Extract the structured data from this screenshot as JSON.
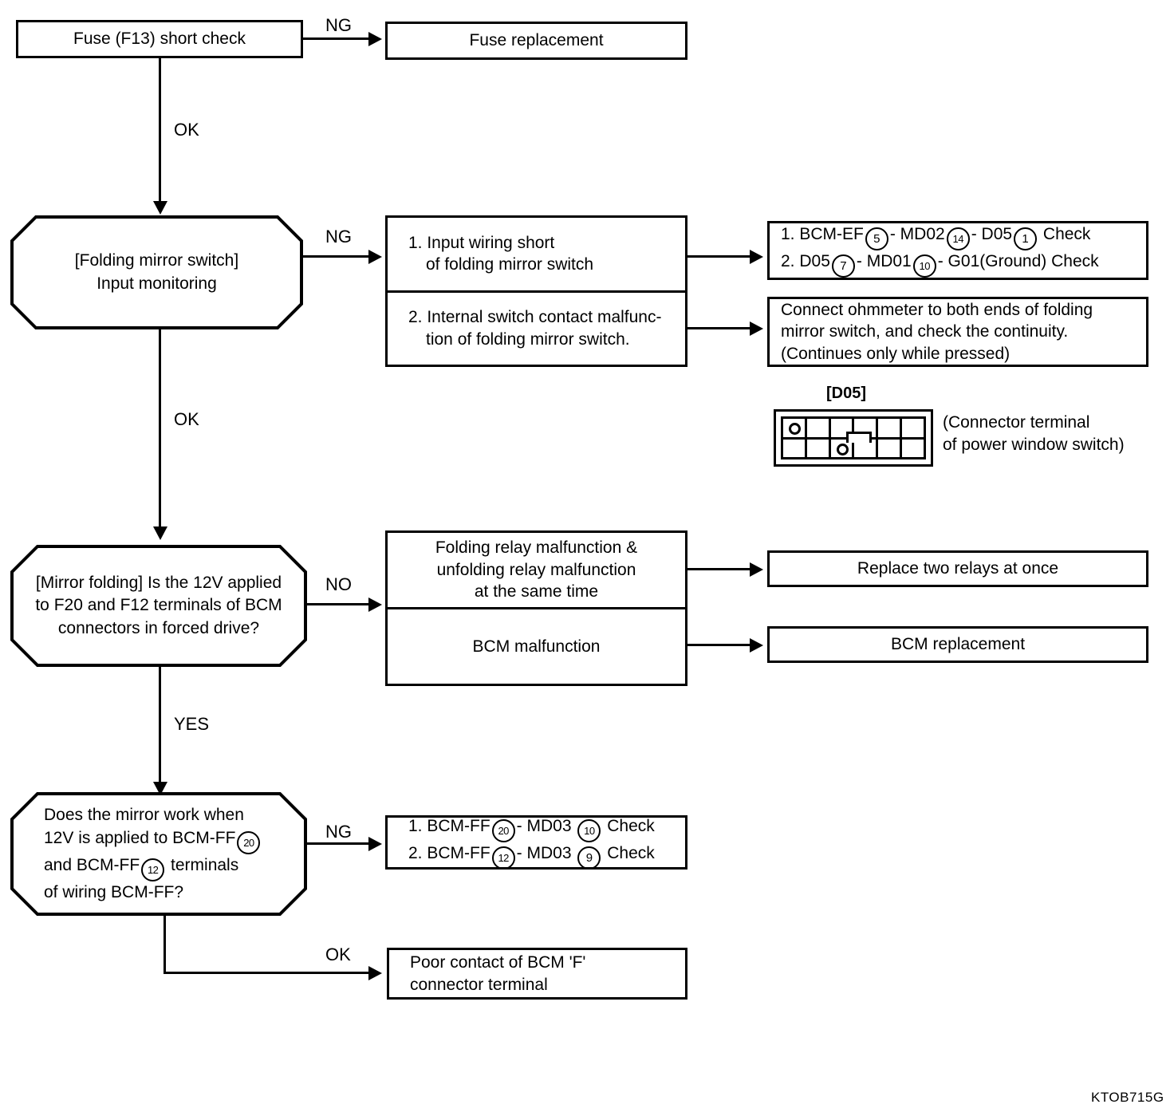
{
  "diagram": {
    "title": "Folding mirror troubleshooting flowchart",
    "figure_code": "KTOB715G",
    "line_color": "#000000",
    "background_color": "#ffffff"
  },
  "nodes": {
    "fuse_check": "Fuse (F13) short check",
    "fuse_replacement": "Fuse replacement",
    "switch_monitor_l1": "[Folding mirror switch]",
    "switch_monitor_l2": "Input monitoring",
    "cause1_l1": "1. Input wiring short",
    "cause1_l2": "of folding mirror switch",
    "cause2_l1": "2. Internal switch contact malfunc-",
    "cause2_l2": "tion of folding mirror switch.",
    "check1_l1_pre": "1. BCM-EF",
    "check1_l1_n1": "5",
    "check1_l1_mid": "- MD02",
    "check1_l1_n2": "14",
    "check1_l1_mid2": "- D05",
    "check1_l1_n3": "1",
    "check1_l1_post": "Check",
    "check1_l2_pre": "2. D05",
    "check1_l2_n1": "7",
    "check1_l2_mid": "- MD01",
    "check1_l2_n2": "10",
    "check1_l2_post": "- G01(Ground) Check",
    "ohmmeter_l1": "Connect ohmmeter to both ends of folding",
    "ohmmeter_l2": "mirror switch, and check the continuity.",
    "ohmmeter_l3": "(Continues only while pressed)",
    "mirror_folding_l1": "[Mirror folding] Is the 12V applied",
    "mirror_folding_l2": "to F20 and F12 terminals of BCM",
    "mirror_folding_l3": "connectors in forced drive?",
    "relay_fault_l1": "Folding relay malfunction &",
    "relay_fault_l2": "unfolding relay malfunction",
    "relay_fault_l3": "at the same time",
    "bcm_malfunction": "BCM malfunction",
    "replace_relays": "Replace two relays at once",
    "bcm_replacement": "BCM replacement",
    "mirror_work_l1": "Does the mirror work when",
    "mirror_work_l2_pre": "12V is applied to BCM-FF",
    "mirror_work_l2_n": "20",
    "mirror_work_l3_pre": "and BCM-FF",
    "mirror_work_l3_n": "12",
    "mirror_work_l3_post": "terminals",
    "mirror_work_l4": "of wiring BCM-FF?",
    "check2_l1_pre": "1. BCM-FF",
    "check2_l1_n1": "20",
    "check2_l1_mid": "- MD03",
    "check2_l1_n2": "10",
    "check2_l1_post": "Check",
    "check2_l2_pre": "2. BCM-FF",
    "check2_l2_n1": "12",
    "check2_l2_mid": "- MD03",
    "check2_l2_n2": "9",
    "check2_l2_post": "Check",
    "poor_contact_l1": "Poor contact of BCM 'F'",
    "poor_contact_l2": "connector terminal"
  },
  "edge_labels": {
    "ng_fuse": "NG",
    "ok_fuse": "OK",
    "ng_switch": "NG",
    "ok_switch": "OK",
    "no_folding": "NO",
    "yes_folding": "YES",
    "ng_work": "NG",
    "ok_work": "OK"
  },
  "connector": {
    "name": "[D05]",
    "caption_l1": "(Connector terminal",
    "caption_l2": "of power window switch)"
  }
}
